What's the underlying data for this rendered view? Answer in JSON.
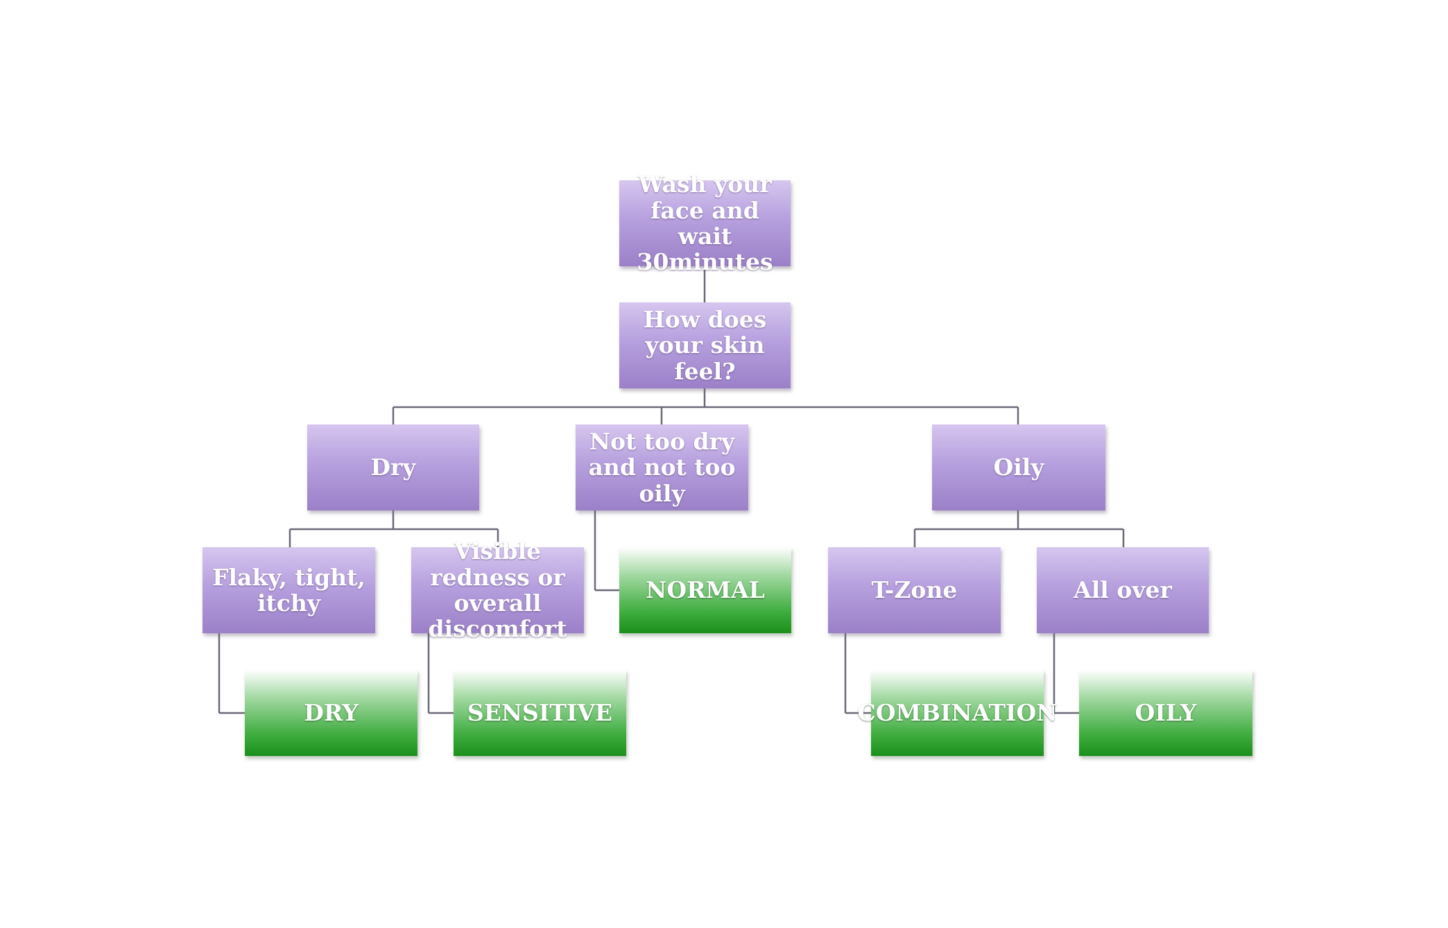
{
  "diagram": {
    "nodes": {
      "start": "Wash your face and wait 30minutes",
      "question": "How does your skin feel?",
      "dry": "Dry",
      "normal_feel": "Not too dry and not too oily",
      "oily": "Oily",
      "flaky": "Flaky, tight, itchy",
      "redness": "Visible redness or overall discomfort",
      "normal_result": "NORMAL",
      "tzone": "T-Zone",
      "allover": "All over",
      "dry_result": "DRY",
      "sensitive_result": "SENSITIVE",
      "combination_result": "COMBINATION",
      "oily_result": "OILY"
    }
  },
  "colors": {
    "question_node": "#b6a0de",
    "result_node": "#3fad3f",
    "connector": "#6b6878"
  }
}
